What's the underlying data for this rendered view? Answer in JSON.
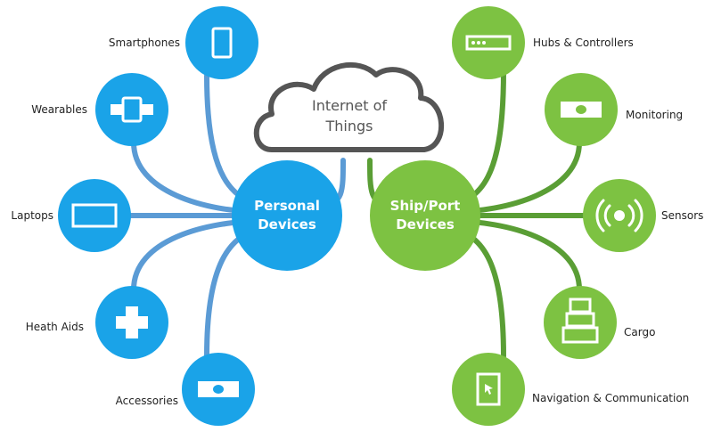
{
  "diagram": {
    "cloud": {
      "line1": "Internet of",
      "line2": "Things"
    },
    "personal": {
      "line1": "Personal",
      "line2": "Devices",
      "items": [
        {
          "label": "Smartphones",
          "icon": "smartphone-icon"
        },
        {
          "label": "Wearables",
          "icon": "wearable-icon"
        },
        {
          "label": "Laptops",
          "icon": "laptop-icon"
        },
        {
          "label": "Heath Aids",
          "icon": "health-cross-icon"
        },
        {
          "label": "Accessories",
          "icon": "accessory-icon"
        }
      ]
    },
    "ship": {
      "line1": "Ship/Port",
      "line2": "Devices",
      "items": [
        {
          "label": "Hubs & Controllers",
          "icon": "hub-icon"
        },
        {
          "label": "Monitoring",
          "icon": "monitor-icon"
        },
        {
          "label": "Sensors",
          "icon": "sensor-icon"
        },
        {
          "label": "Cargo",
          "icon": "cargo-boxes-icon"
        },
        {
          "label": "Navigation & Communication",
          "icon": "navigation-tablet-icon"
        }
      ]
    },
    "colors": {
      "blue": "#1aa3e8",
      "blue_line": "#5b9bd5",
      "green": "#7dc242",
      "green_line": "#5a9e35",
      "cloud_stroke": "#555555"
    }
  }
}
